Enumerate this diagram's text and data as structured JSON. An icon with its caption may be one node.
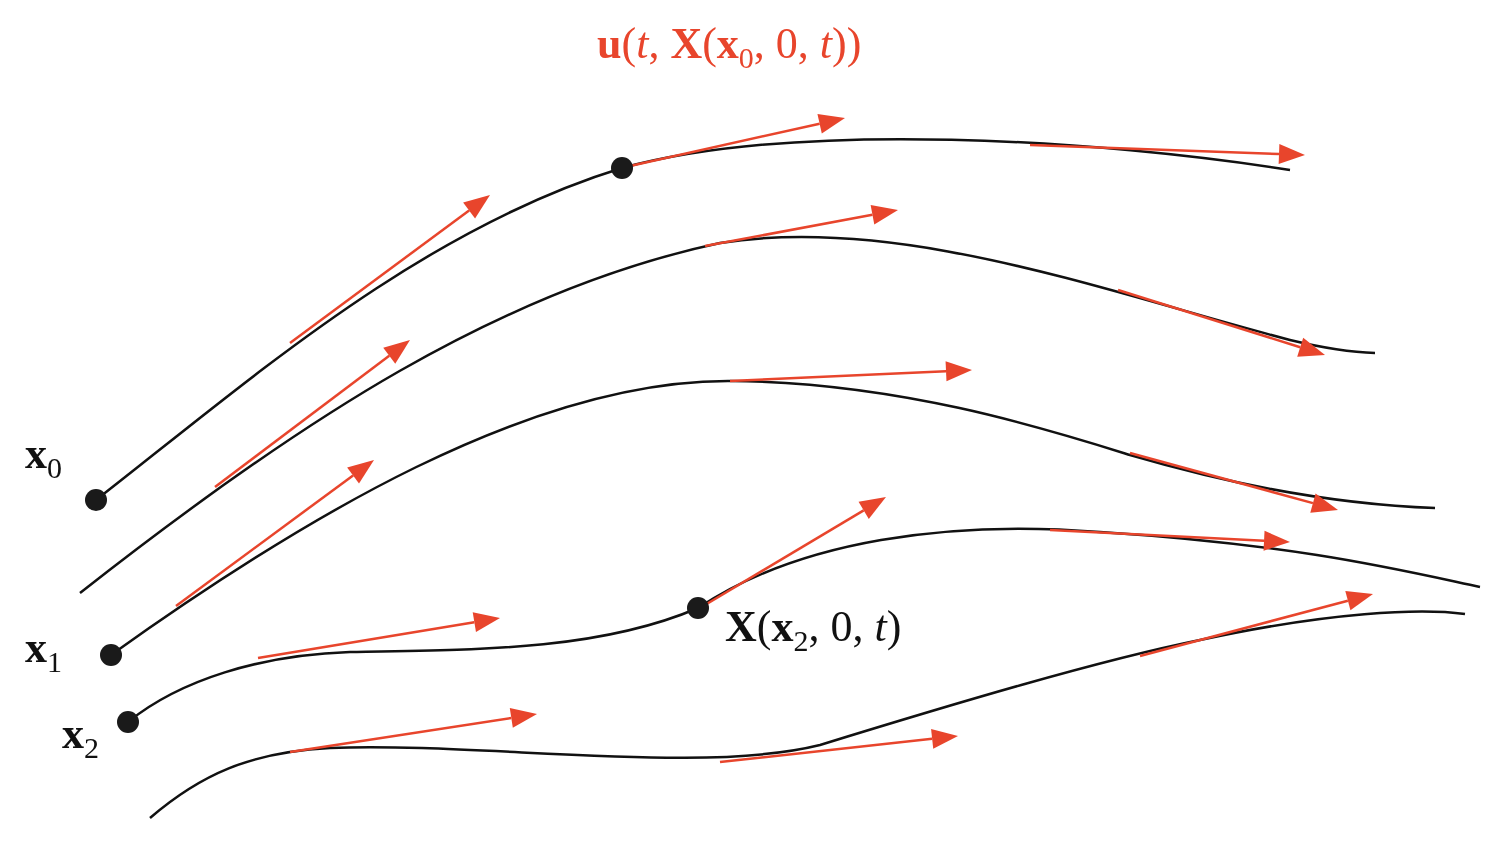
{
  "diagram": {
    "labels": [
      "**u**(*t*, **X**(**x**$_{0}$, 0, *t*))",
      "**x**$_{0}$",
      "**x**$_{1}$",
      "**X**(**x**$_{2}$, 0, *t*)",
      "**x**$_{2}$"
    ]
  }
}
